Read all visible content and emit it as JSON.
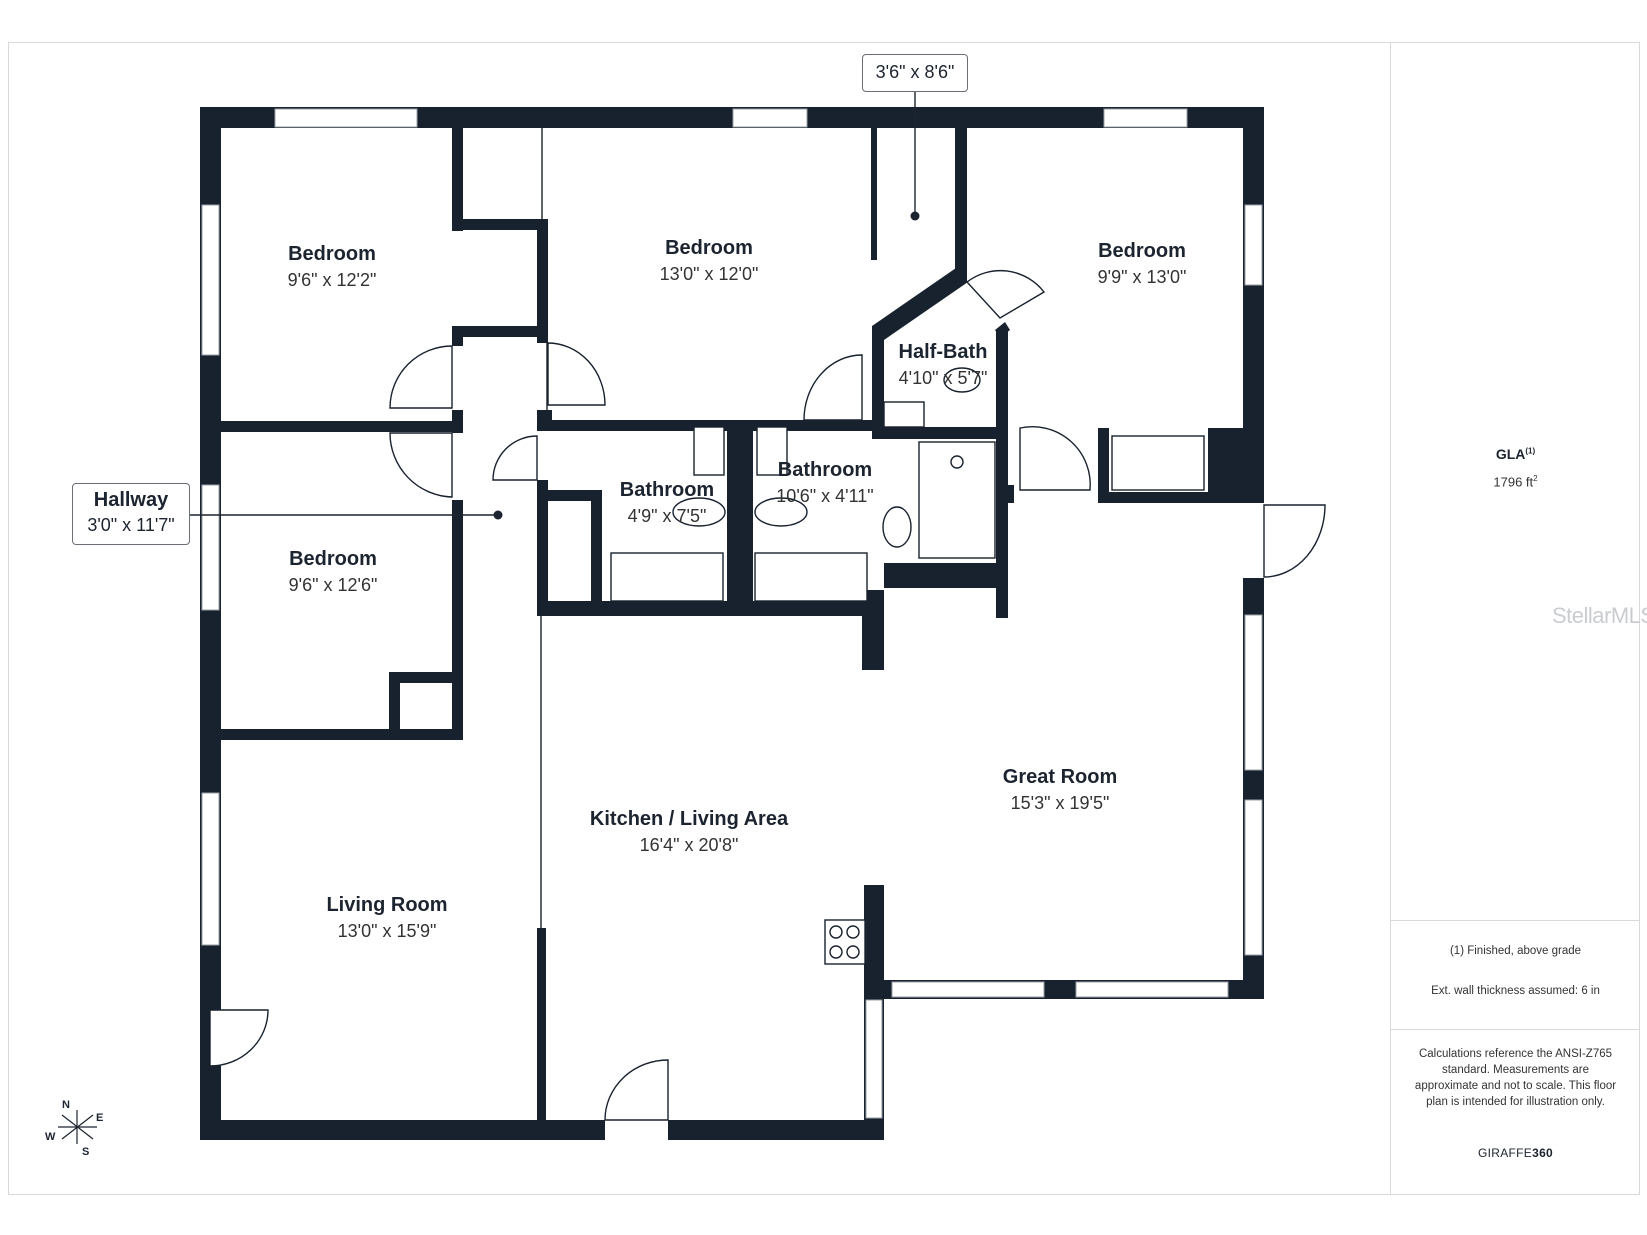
{
  "rooms": {
    "bedroom_nw": {
      "name": "Bedroom",
      "dims": "9'6\" x 12'2\""
    },
    "bedroom_n": {
      "name": "Bedroom",
      "dims": "13'0\" x 12'0\""
    },
    "bedroom_ne": {
      "name": "Bedroom",
      "dims": "9'9\" x 13'0\""
    },
    "bedroom_w": {
      "name": "Bedroom",
      "dims": "9'6\" x 12'6\""
    },
    "half_bath": {
      "name": "Half-Bath",
      "dims": "4'10\" x 5'7\""
    },
    "bathroom_small": {
      "name": "Bathroom",
      "dims": "4'9\" x 7'5\""
    },
    "bathroom_large": {
      "name": "Bathroom",
      "dims": "10'6\" x 4'11\""
    },
    "great_room": {
      "name": "Great Room",
      "dims": "15'3\" x 19'5\""
    },
    "kitchen": {
      "name": "Kitchen / Living Area",
      "dims": "16'4\" x 20'8\""
    },
    "living_room": {
      "name": "Living Room",
      "dims": "13'0\" x 15'9\""
    }
  },
  "callouts": {
    "closet": {
      "dims": "3'6\" x 8'6\""
    },
    "hallway": {
      "name": "Hallway",
      "dims": "3'0\" x 11'7\""
    }
  },
  "sidebar": {
    "gla_label": "GLA",
    "gla_footnote": "(1)",
    "gla_value": "1796 ft",
    "gla_unit_sup": "2",
    "note1": "(1) Finished, above grade",
    "note2": "Ext. wall thickness assumed: 6 in",
    "disclaimer": "Calculations reference the ANSI-Z765 standard. Measurements are approximate and not to scale. This floor plan is intended for illustration only.",
    "brand_a": "GIRAFFE",
    "brand_b": "360"
  },
  "watermark": "StellarMLS",
  "compass": {
    "n": "N",
    "e": "E",
    "s": "S",
    "w": "W"
  },
  "colors": {
    "wall": "#18222e",
    "text": "#1c2430",
    "border": "#d9d9d9"
  }
}
